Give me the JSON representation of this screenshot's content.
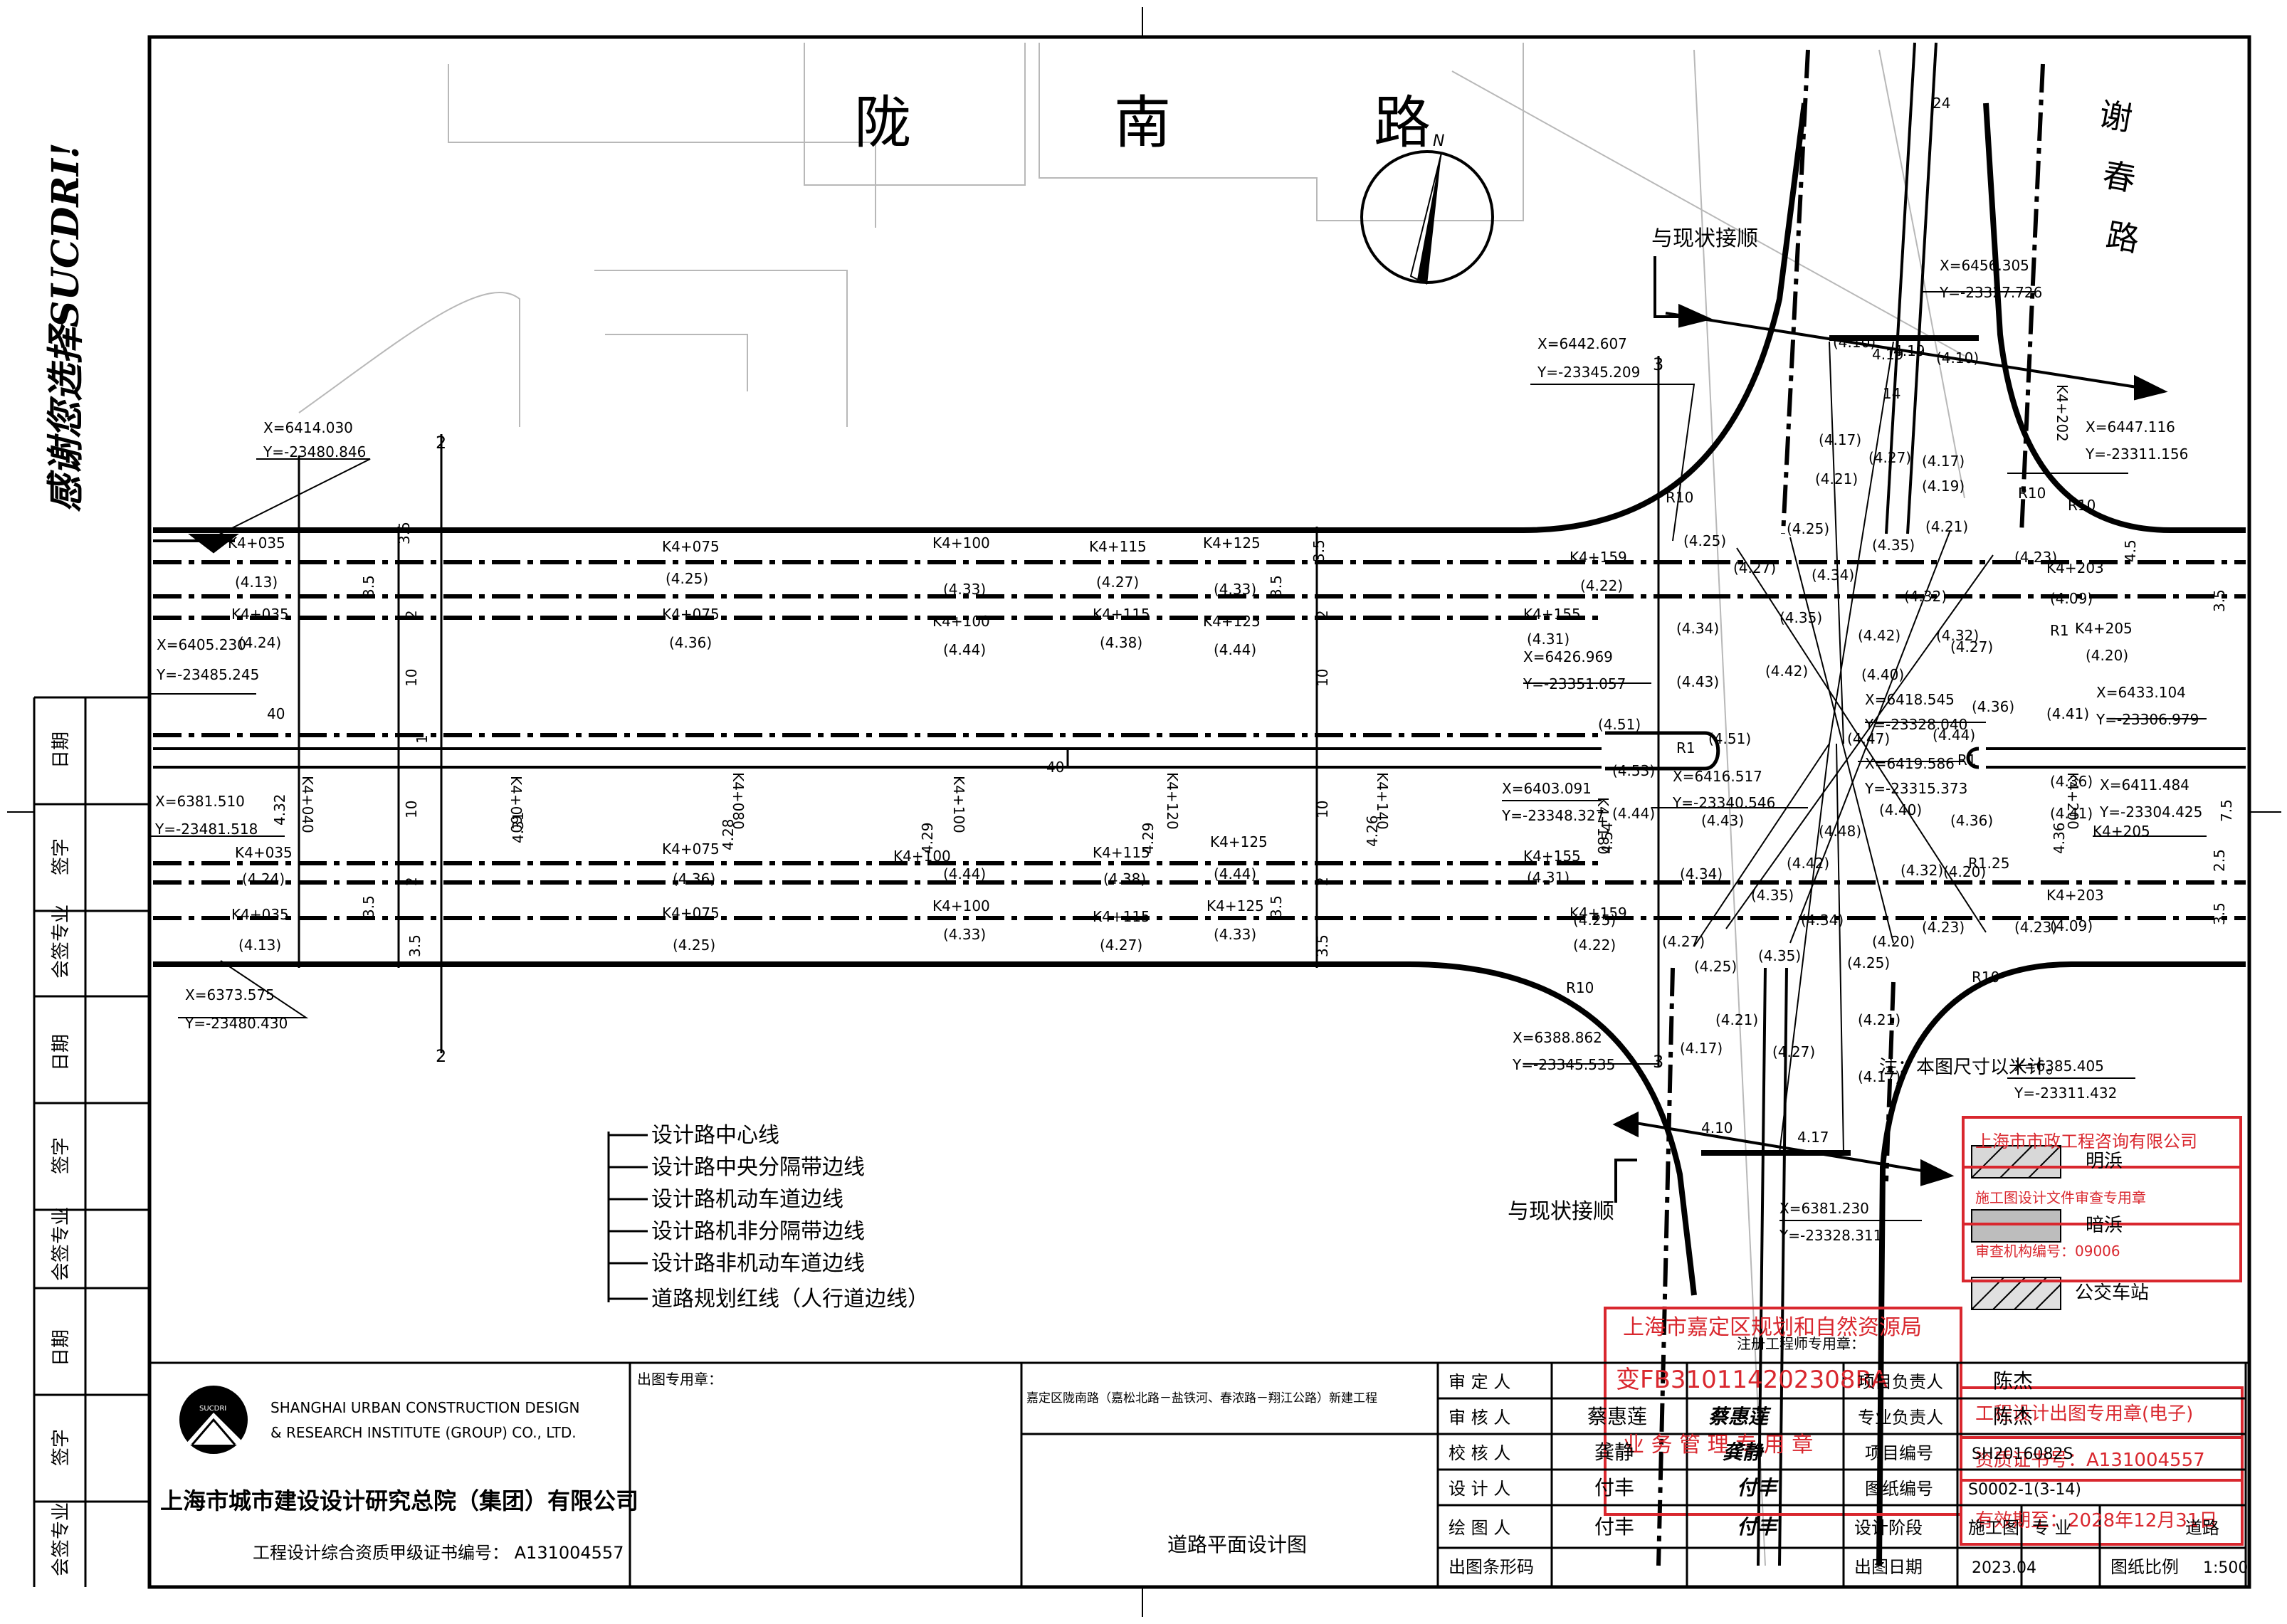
{
  "road_names": {
    "main": [
      "陇",
      "南",
      "路"
    ],
    "cross": [
      "谢",
      "春",
      "路"
    ]
  },
  "north_label": "N",
  "slogan": "感谢您选择SUCDRI!",
  "side_labels": {
    "top": [
      "日期",
      "签字",
      "会签专业"
    ],
    "middle": [
      "日期",
      "签字",
      "会签专业"
    ],
    "bottom": [
      "日期",
      "签字",
      "会签专业"
    ]
  },
  "stations_top": [
    "K4+035",
    "K4+075",
    "K4+100",
    "K4+115",
    "K4+125",
    "K4+159"
  ],
  "stations_top_elev": [
    "(4.13)",
    "(4.25)",
    "(4.33)",
    "(4.27)",
    "(4.33)",
    "(4.22)"
  ],
  "stations_mid": [
    "K4+035",
    "K4+075",
    "K4+100",
    "K4+115",
    "K4+125",
    "K4+155"
  ],
  "stations_mid_elev": [
    "(4.24)",
    "(4.36)",
    "(4.44)",
    "(4.38)",
    "(4.44)",
    "(4.31)"
  ],
  "stations_vertical": [
    "K4+040",
    "K4+060",
    "K4+080",
    "K4+100",
    "K4+120",
    "K4+140",
    "K4+180",
    "K4+200"
  ],
  "stations_vertical_elev": [
    "4.32",
    "4.31",
    "4.28",
    "4.29",
    "4.29",
    "4.26",
    "4.54",
    "4.36"
  ],
  "cross_stations": [
    "K4+202",
    "K4+203",
    "K4+205"
  ],
  "coords": [
    "X=6414.030",
    "Y=-23480.846",
    "X=6405.230",
    "Y=-23485.245",
    "X=6381.510",
    "Y=-23481.518",
    "X=6373.575",
    "Y=-23480.430",
    "X=6442.607",
    "Y=-23345.209",
    "X=6456.305",
    "Y=-23327.726",
    "X=6447.116",
    "Y=-23311.156",
    "X=6426.969",
    "Y=-23351.057",
    "X=6418.545",
    "Y=-23328.040",
    "X=6419.586",
    "Y=-23315.373",
    "X=6416.517",
    "Y=-23340.546",
    "X=6403.091",
    "Y=-23348.327",
    "X=6433.104",
    "Y=-23306.979",
    "X=6411.484",
    "Y=-23304.425",
    "X=6388.862",
    "Y=-23345.535",
    "X=6385.405",
    "Y=-23311.432",
    "X=6381.230",
    "Y=-23328.311"
  ],
  "dims": [
    "3.5",
    "2",
    "10",
    "1",
    "40",
    "2.5",
    "7.5",
    "4.5",
    "24",
    "14",
    "R10",
    "R1",
    "R1.25"
  ],
  "elevations_int": [
    "(4.25)",
    "(4.27)",
    "(4.34)",
    "(4.35)",
    "(4.42)",
    "(4.32)",
    "(4.43)",
    "(4.40)",
    "(4.51)",
    "(4.47)",
    "(4.53)",
    "(4.44)",
    "(4.48)",
    "(4.21)",
    "(4.17)",
    "(4.19)",
    "(4.23)",
    "(4.09)",
    "(4.20)",
    "(4.36)",
    "(4.41)",
    "(4.10)",
    "4.10",
    "4.19",
    "4.17"
  ],
  "connect_label": "与现状接顺",
  "section_labels": [
    "1",
    "2",
    "3"
  ],
  "legend": [
    "设计路中心线",
    "设计路中央分隔带边线",
    "设计路机动车道边线",
    "设计路机非分隔带边线",
    "设计路非机动车道边线",
    "道路规划红线（人行道边线）"
  ],
  "note": "注：本图尺寸以米计。",
  "pave_legend": [
    "明浜",
    "暗浜",
    "公交车站"
  ],
  "stamp_red": {
    "company": "上海市市政工程咨询有限公司",
    "dept": "施工图设计文件审查专用章",
    "cert": "审查机构编号：09006"
  },
  "stamp_bureau": {
    "name": "上海市嘉定区规划和自然资源局",
    "code": "变FB310114202308RA",
    "text": "业 务 管 理 专 用 章"
  },
  "stamp_engineer": "注册工程师专用章：",
  "stamp_project": {
    "title": "工程设计出图专用章(电子)",
    "cert": "资质证书号：A131004557",
    "date": "有效期至：2028年12月31日"
  },
  "company": {
    "en1": "SHANGHAI URBAN CONSTRUCTION DESIGN",
    "en2": "& RESEARCH INSTITUTE (GROUP) CO., LTD.",
    "cn": "上海市城市建设设计研究总院（集团）有限公司",
    "cert": "工程设计综合资质甲级证书编号：  A131004557",
    "logo_text": "SUCDRI"
  },
  "stamp_area": "出图专用章：",
  "project_name": "嘉定区陇南路（嘉松北路－盐铁河、春浓路－翔江公路）新建工程",
  "drawing_title": "道路平面设计图",
  "roles": {
    "approve": "审  定  人",
    "review": "审  核  人",
    "check": "校  核  人",
    "design": "设  计  人",
    "draw": "绘  图  人",
    "seal": "出图条形码"
  },
  "people": {
    "approve": "",
    "review": "蔡惠莲",
    "check": "龚静",
    "design": "付丰",
    "draw": "付丰"
  },
  "signatures": {
    "review": "蔡惠莲",
    "check": "龚静",
    "design": "付丰",
    "draw": "付丰"
  },
  "right_block": {
    "proj_lead_label": "项目负责人",
    "proj_lead": "陈杰",
    "spec_lead_label": "专业负责人",
    "spec_lead": "陈杰",
    "proj_no_label": "项目编号",
    "proj_no": "SH2016082S",
    "dwg_no_label": "图纸编号",
    "dwg_no": "S0002-1(3-14)",
    "phase_label": "设计阶段",
    "phase": "施工图",
    "spec_label": "专  业",
    "spec": "道路",
    "date_label": "出图日期",
    "date": "2023.04",
    "scale_label": "图纸比例",
    "scale": "1:500"
  }
}
